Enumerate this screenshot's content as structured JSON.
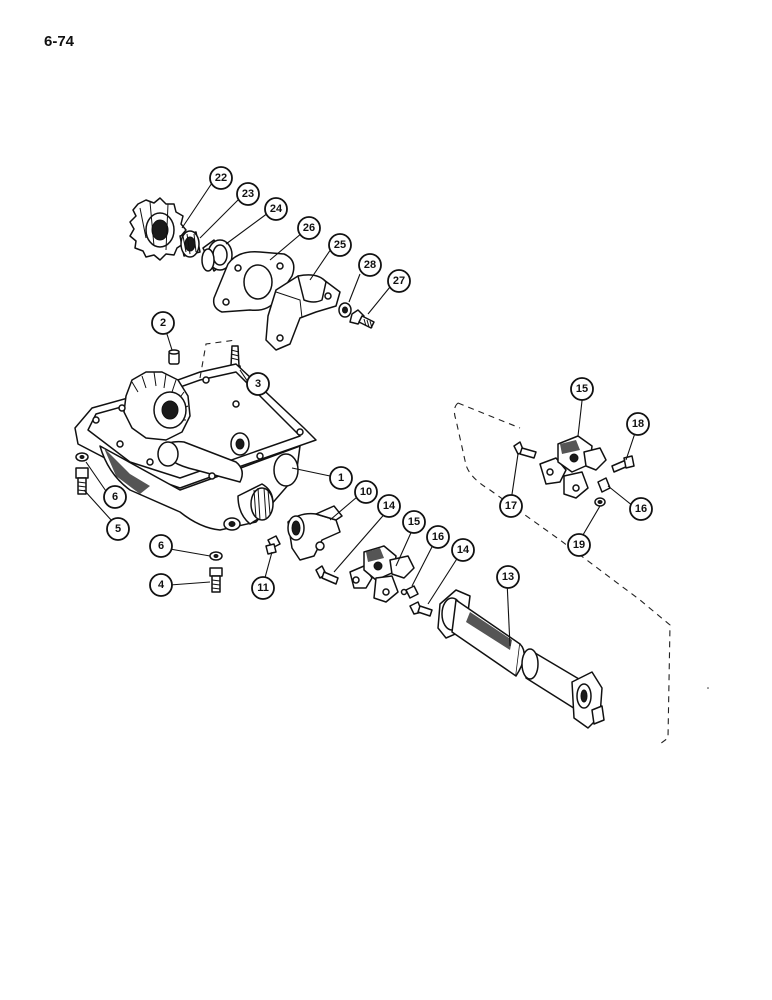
{
  "page_number": "6-74",
  "callouts": [
    {
      "id": "c22",
      "label": "22"
    },
    {
      "id": "c23",
      "label": "23"
    },
    {
      "id": "c24",
      "label": "24"
    },
    {
      "id": "c26",
      "label": "26"
    },
    {
      "id": "c25",
      "label": "25"
    },
    {
      "id": "c28",
      "label": "28"
    },
    {
      "id": "c27",
      "label": "27"
    },
    {
      "id": "c2",
      "label": "2"
    },
    {
      "id": "c3",
      "label": "3"
    },
    {
      "id": "c1",
      "label": "1"
    },
    {
      "id": "c6a",
      "label": "6"
    },
    {
      "id": "c5",
      "label": "5"
    },
    {
      "id": "c6b",
      "label": "6"
    },
    {
      "id": "c4",
      "label": "4"
    },
    {
      "id": "c10",
      "label": "10"
    },
    {
      "id": "c11",
      "label": "11"
    },
    {
      "id": "c14a",
      "label": "14"
    },
    {
      "id": "c15a",
      "label": "15"
    },
    {
      "id": "c16a",
      "label": "16"
    },
    {
      "id": "c14b",
      "label": "14"
    },
    {
      "id": "c13",
      "label": "13"
    },
    {
      "id": "c15b",
      "label": "15"
    },
    {
      "id": "c18",
      "label": "18"
    },
    {
      "id": "c17",
      "label": "17"
    },
    {
      "id": "c16b",
      "label": "16"
    },
    {
      "id": "c19",
      "label": "19"
    }
  ]
}
